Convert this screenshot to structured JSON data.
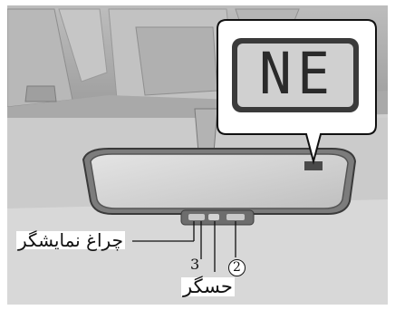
{
  "display": {
    "text": "NE"
  },
  "labels": {
    "indicator": "چراغ نمایشگر",
    "sensor": "حسگر",
    "num_3": "3",
    "num_2": "2"
  },
  "colors": {
    "interior": "#c9c9c9",
    "mirror_glass": "#d8d8d8",
    "lcd_screen": "#cfcfcf",
    "segments": "#2a2a2a"
  }
}
